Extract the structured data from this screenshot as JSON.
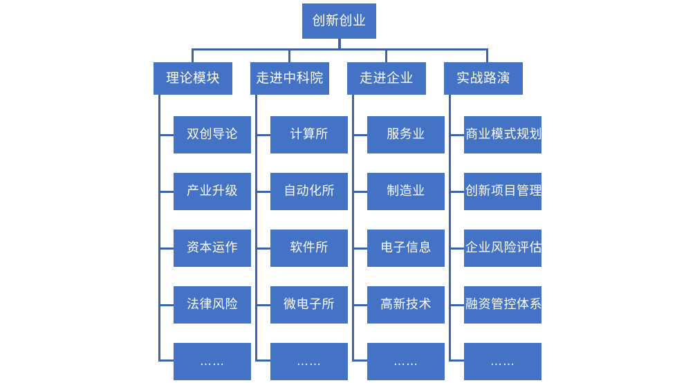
{
  "diagram": {
    "title": "创新创业",
    "root": {
      "label": "创新创业"
    },
    "branches": [
      {
        "label": "理论模块",
        "children": [
          {
            "label": "双创导论"
          },
          {
            "label": "产业升级"
          },
          {
            "label": "资本运作"
          },
          {
            "label": "法律风险"
          },
          {
            "label": "……"
          }
        ]
      },
      {
        "label": "走进中科院",
        "children": [
          {
            "label": "计算所"
          },
          {
            "label": "自动化所"
          },
          {
            "label": "软件所"
          },
          {
            "label": "微电子所"
          },
          {
            "label": "……"
          }
        ]
      },
      {
        "label": "走进企业",
        "children": [
          {
            "label": "服务业"
          },
          {
            "label": "制造业"
          },
          {
            "label": "电子信息"
          },
          {
            "label": "高新技术"
          },
          {
            "label": "……"
          }
        ]
      },
      {
        "label": "实战路演",
        "children": [
          {
            "label": "商业模式规划"
          },
          {
            "label": "创新项目管理"
          },
          {
            "label": "企业风险评估"
          },
          {
            "label": "融资管控体系"
          },
          {
            "label": "……"
          }
        ]
      }
    ],
    "colors": {
      "node_fill": "#4472C4",
      "node_text": "#FFFFFF",
      "connector": "#3C63A8",
      "background": "#FFFFFF"
    }
  }
}
